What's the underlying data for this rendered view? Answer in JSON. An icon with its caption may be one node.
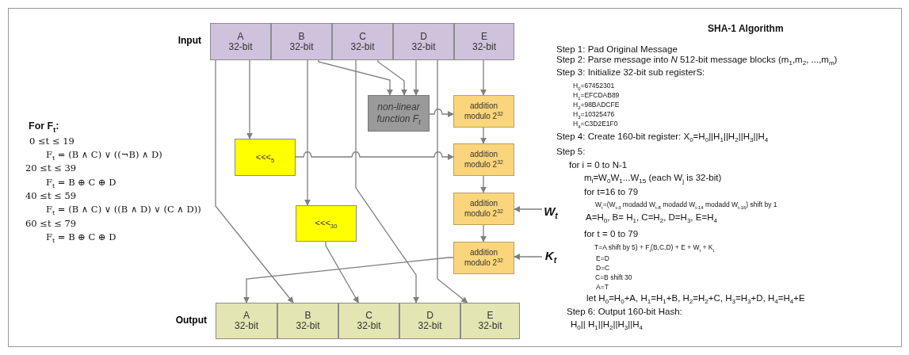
{
  "diagram": {
    "title": "SHA-1 Algorithm",
    "nodes": [
      {
        "text": [
          "Input"
        ]
      },
      {
        "text": [
          "A",
          "32-bit"
        ],
        "in": 0
      },
      {
        "text": [
          "B",
          "32-bit"
        ],
        "in": 0
      },
      {
        "text": [
          "C",
          "32-bit"
        ],
        "in": 0
      },
      {
        "text": [
          "D",
          "32-bit"
        ],
        "in": 0
      },
      {
        "text": [
          "E",
          "32-bit"
        ],
        "in": 0
      },
      {
        "text": [
          "non-linear function F$_{t}$"
        ]
      },
      {
        "text": [
          "addition modulo 2$^{32}$"
        ]
      },
      {
        "text": [
          "<<<$_{5}$"
        ]
      },
      {
        "text": [
          "addition modulo 2$^{32}$"
        ]
      },
      {
        "text": [
          "addition modulo 2$^{32}$"
        ]
      },
      {
        "text": [
          "W$_{t}$"
        ]
      },
      {
        "text": [
          "<<<$_{30}$"
        ]
      },
      {
        "text": [
          "addition modulo 2$^{32}$"
        ]
      },
      {
        "text": [
          "K$_{t}$"
        ]
      },
      {
        "text": [
          "Output"
        ]
      },
      {
        "text": [
          "A",
          "32-bit"
        ],
        "in": 15
      },
      {
        "text": [
          "B",
          "32-bit"
        ],
        "in": 15
      },
      {
        "text": [
          "C",
          "32-bit"
        ],
        "in": 15
      },
      {
        "text": [
          "D",
          "32-bit"
        ],
        "in": 15
      },
      {
        "text": [
          "E",
          "32-bit"
        ],
        "in": 15
      }
    ],
    "edges": [
      {
        "from": 1,
        "to": 8,
        "arrow": "to"
      },
      {
        "from": 2,
        "to": 6,
        "arrow": "to"
      },
      {
        "from": 3,
        "to": 6,
        "arrow": "to"
      },
      {
        "from": 4,
        "to": 6,
        "arrow": "to"
      },
      {
        "from": 5,
        "to": 7,
        "arrow": "to"
      },
      {
        "from": 6,
        "to": 7,
        "arrow": "to"
      },
      {
        "from": 7,
        "to": 9,
        "arrow": "to"
      },
      {
        "from": 8,
        "to": 9,
        "arrow": "to"
      },
      {
        "from": 9,
        "to": 10,
        "arrow": "to"
      },
      {
        "from": 11,
        "to": 10,
        "arrow": "to"
      },
      {
        "from": 10,
        "to": 13,
        "arrow": "to"
      },
      {
        "from": 14,
        "to": 13,
        "arrow": "to"
      },
      {
        "from": 13,
        "to": 16,
        "arrow": "to"
      },
      {
        "from": 1,
        "to": 17,
        "arrow": "to"
      },
      {
        "from": 2,
        "to": 12,
        "arrow": "to"
      },
      {
        "from": 12,
        "to": 18,
        "arrow": "to"
      },
      {
        "from": 3,
        "to": 19,
        "arrow": "to"
      },
      {
        "from": 4,
        "to": 20,
        "arrow": "to"
      }
    ],
    "labels": [
      "For F$_{t}$:",
      "0 ≤t ≤ 19",
      "F$_{t}$ = (B ∧ C) ∨ ((¬B) ∧ D)",
      "20 ≤t ≤ 39",
      "F$_{t}$ = B ⊕ C ⊕ D",
      "40 ≤t ≤ 59",
      "F$_{t}$ = (B ∧ C) ∨ ((B ∧ D) ∨ (C ∧ D))",
      "60 ≤t ≤ 79",
      "F$_{t}$ = B ⊕ C ⊕ D",
      "Step 1: Pad Original Message",
      "Step 2: Parse message into *N* 512-bit message blocks (m$_{1}$,m$_{2}$, ...,m$_{m}$)",
      "Step 3: Initialize 32-bit sub registerS:",
      "H$_{0}$=67452301",
      "H$_{1}$=EFCDAB89",
      "H$_{2}$=98BADCFE",
      "H$_{3}$=10325476",
      "H$_{4}$=C3D2E1F0",
      "Step 4: Create 160-bit register: X$_{0}$=H$_{0}$||H$_{1}$||H$_{2}$||H$_{3}$||H$_{4}$",
      "Step 5:",
      "for i = 0 to N-1",
      "m$_{i}$=W$_{0}$W$_{1}$...W$_{15}$  (each W$_{j}$ is 32-bit)",
      "for t=16 to 79",
      "W$_{t}$=(W$_{t-3}$ modadd W$_{t-8}$ modadd W$_{t-14}$ modadd W$_{t-16}$) shift by 1",
      "A=H$_{0}$, B= H$_{1}$, C=H$_{2}$, D=H$_{3}$, E=H$_{4}$",
      "for t = 0 to 79",
      "T=A shift by 5) + F$_{t}$(B,C,D) + E + W$_{t}$ + K$_{t}$",
      "E=D",
      "D=C",
      "C=B shift 30",
      "A=T",
      "let H$_{0}$=H$_{0}$+A, H$_{1}$=H$_{1}$+B, H$_{2}$=H$_{2}$+C, H$_{3}$=H$_{3}$+D, H$_{4}$=H$_{4}$+E",
      "Step 6: Output  160-bit Hash:",
      "H$_{0}$|| H$_{1}$||H$_{2}$||H$_{3}$||H$_{4}$"
    ]
  }
}
